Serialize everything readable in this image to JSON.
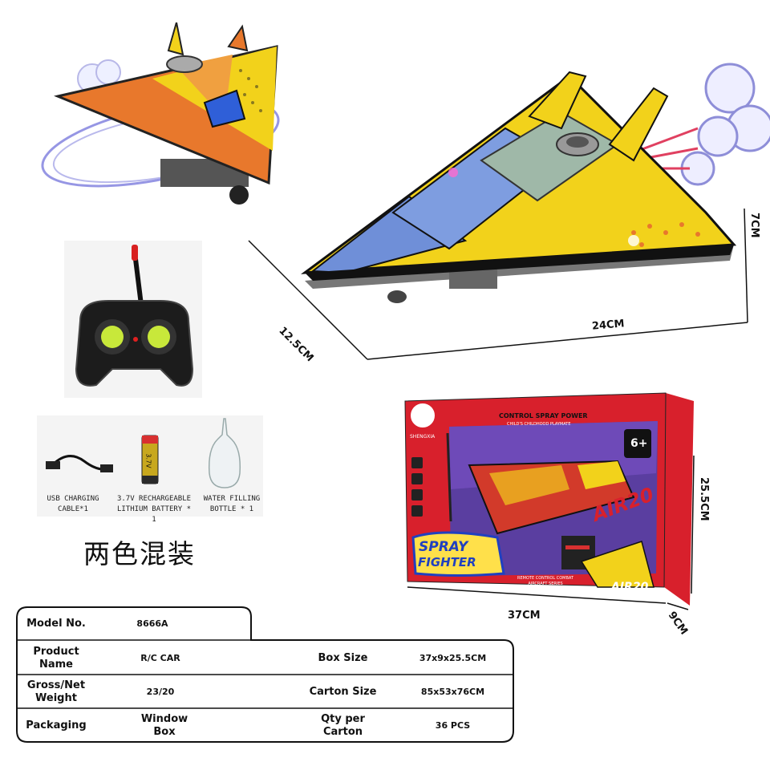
{
  "dimensions": {
    "plane_width": "24CM",
    "plane_depth": "12.5CM",
    "plane_height": "7CM",
    "box_width": "37CM",
    "box_depth": "9CM",
    "box_height": "25.5CM"
  },
  "accessories": [
    {
      "label": "USB CHARGING CABLE*1",
      "icon": "usb-cable-icon"
    },
    {
      "label": "3.7V RECHARGEABLE LITHIUM BATTERY * 1",
      "icon": "battery-icon"
    },
    {
      "label": "WATER FILLING BOTTLE * 1",
      "icon": "bottle-icon"
    }
  ],
  "battery_text": "3.7V",
  "mix_note": "两色混装",
  "box": {
    "brand": "SHENGXIA",
    "tagline": "CONTROL SPRAY POWER",
    "subtagline": "CHILD'S CHILDHOOD PLAYMATE",
    "age": "6+",
    "title_line1": "SPRAY",
    "title_line2": "FIGHTER",
    "model_text": "AIR20",
    "corner_model": "AIR20",
    "corner_sub": "FIGHTER",
    "features": "REMOTE CONTROL COMBAT AIRCRAFT SERIES"
  },
  "spec_table": {
    "model_label": "Model No.",
    "model_value": "8666A",
    "rows": [
      {
        "label": "Product Name",
        "value": "R/C CAR",
        "label2": "Box Size",
        "value2": "37x9x25.5CM"
      },
      {
        "label": "Gross/Net Weight",
        "value": "23/20",
        "label2": "Carton Size",
        "value2": "85x53x76CM"
      },
      {
        "label": "Packaging",
        "value": "Window Box",
        "label2": "Qty per Carton",
        "value2": "36 PCS"
      }
    ]
  },
  "colors": {
    "yellow": "#f2d21b",
    "blue": "#6f8fd8",
    "orange": "#e8782c",
    "box_red": "#d8202c",
    "box_purple": "#5a3ea0",
    "neon": "#c8e83a"
  }
}
